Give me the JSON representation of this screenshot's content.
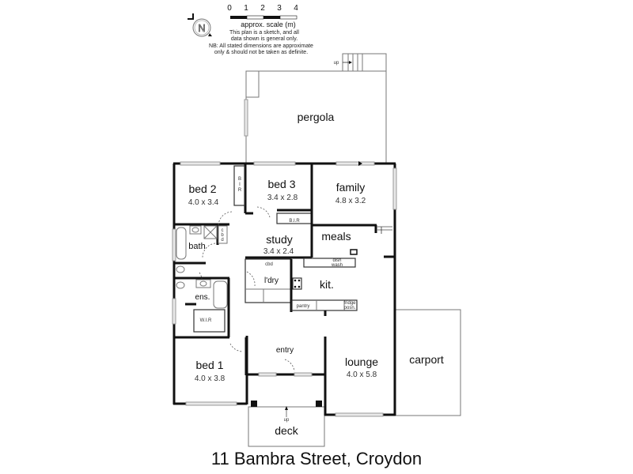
{
  "scale": {
    "ticks": [
      "0",
      "1",
      "2",
      "3",
      "4"
    ],
    "label": "approx. scale (m)",
    "note1": "This plan is a sketch, and all",
    "note2": "data shown is general only.",
    "note3": "NB: All stated dimensions are approximate",
    "note4": "only & should not be taken as definite."
  },
  "compass": {
    "letter": "N",
    "icon": "north-arrow-icon"
  },
  "rooms": {
    "pergola": {
      "label": "pergola"
    },
    "bed2": {
      "label": "bed 2",
      "dims": "4.0 x 3.4"
    },
    "bed3": {
      "label": "bed 3",
      "dims": "3.4 x 2.8"
    },
    "family": {
      "label": "family",
      "dims": "4.8 x 3.2"
    },
    "meals": {
      "label": "meals"
    },
    "study": {
      "label": "study",
      "dims": "3.4 x 2.4"
    },
    "bath": {
      "label": "bath"
    },
    "ens": {
      "label": "ens."
    },
    "wir": {
      "label": "W.I.R"
    },
    "ldry": {
      "label": "l'dry"
    },
    "kit": {
      "label": "kit."
    },
    "pantry": {
      "label": "pantry"
    },
    "fridge": {
      "label1": "fridge",
      "label2": "posn."
    },
    "dishwash": {
      "label1": "dish",
      "label2": "wash"
    },
    "cbd_ldry": {
      "label": "cbd"
    },
    "cbd_bath": {
      "l1": "c",
      "l2": "b",
      "l3": "d"
    },
    "bir2": {
      "l1": "B",
      "l2": "I",
      "l3": "R"
    },
    "bir3": {
      "label": "B.I.R"
    },
    "entry": {
      "label": "entry"
    },
    "bed1": {
      "label": "bed 1",
      "dims": "4.0 x 3.8"
    },
    "lounge": {
      "label": "lounge",
      "dims": "4.0 x 5.8"
    },
    "carport": {
      "label": "carport"
    },
    "deck": {
      "label": "deck"
    }
  },
  "stairs": {
    "top_label": "up",
    "deck_label": "up"
  },
  "address": "11 Bambra Street, Croydon"
}
